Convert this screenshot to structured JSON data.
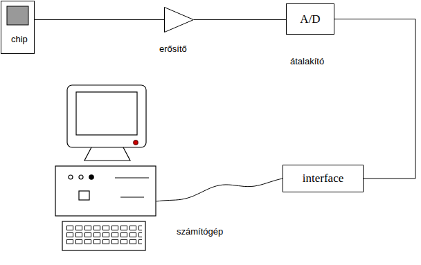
{
  "diagram": {
    "nodes": [
      {
        "text": [
          "chip"
        ]
      },
      {
        "text": [
          "erősítő"
        ]
      },
      {
        "text": [
          "A/D",
          "átalakító"
        ]
      },
      {
        "text": [
          "interface"
        ]
      },
      {
        "text": [
          "számítógép"
        ]
      }
    ],
    "edges": [
      {
        "from": 0,
        "to": 1,
        "arrow": "none"
      },
      {
        "from": 1,
        "to": 2,
        "arrow": "none"
      },
      {
        "from": 2,
        "to": 3,
        "arrow": "none"
      },
      {
        "from": 3,
        "to": 4,
        "arrow": "none"
      }
    ]
  }
}
